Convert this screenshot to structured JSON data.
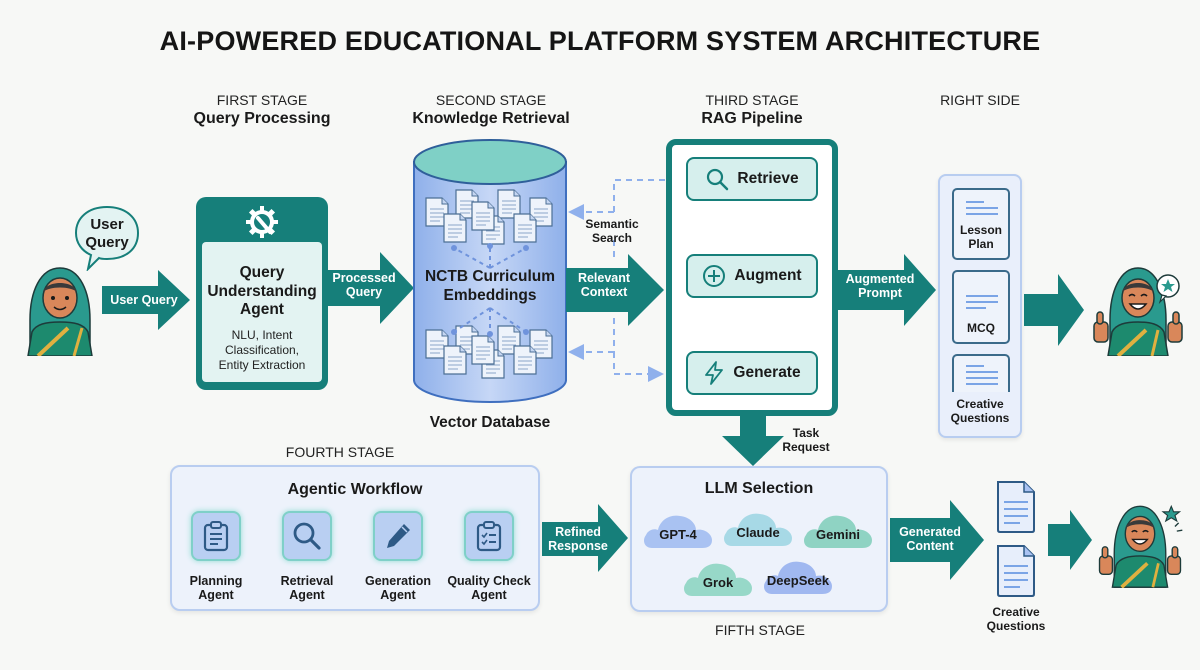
{
  "title": "AI-POWERED EDUCATIONAL PLATFORM SYSTEM ARCHITECTURE",
  "colors": {
    "teal": "#167f7a",
    "teal_light": "#d6efed",
    "blue_panel": "#edf2fb",
    "blue_border": "#b9cdf0",
    "dashed_blue": "#8fb0ec",
    "db_body": "#a9c4f0",
    "db_top": "#7fd0c6"
  },
  "stages": {
    "first": {
      "label": "FIRST STAGE",
      "name": "Query Processing"
    },
    "second": {
      "label": "SECOND STAGE",
      "name": "Knowledge Retrieval"
    },
    "third": {
      "label": "THIRD STAGE",
      "name": "RAG Pipeline"
    },
    "right": {
      "label": "RIGHT SIDE"
    },
    "fourth": {
      "label": "FOURTH STAGE"
    },
    "fifth": {
      "label": "FIFTH STAGE"
    }
  },
  "user": {
    "speech_bubble": [
      "User",
      "Query"
    ],
    "icon": "student-avatar-icon"
  },
  "arrows": {
    "user_query": "User Query",
    "processed_query": [
      "Processed",
      "Query"
    ],
    "relevant_context": [
      "Relevant",
      "Context"
    ],
    "semantic_search": [
      "Semantic",
      "Search"
    ],
    "augmented_prompt": [
      "Augmented",
      "Prompt"
    ],
    "task_request": [
      "Task",
      "Request"
    ],
    "refined_response": [
      "Refined",
      "Response"
    ],
    "generated_content": [
      "Generated",
      "Content"
    ]
  },
  "query_agent": {
    "icon": "gear-wrench-icon",
    "title": [
      "Query",
      "Understanding",
      "Agent"
    ],
    "description": [
      "NLU, Intent",
      "Classification,",
      "Entity Extraction"
    ]
  },
  "vector_db": {
    "center_label": [
      "NCTB Curriculum",
      "Embeddings"
    ],
    "caption": "Vector Database",
    "document_count": 16
  },
  "rag_pipeline": {
    "steps": [
      {
        "label": "Retrieve",
        "icon": "search-icon"
      },
      {
        "label": "Augment",
        "icon": "plus-circle-icon"
      },
      {
        "label": "Generate",
        "icon": "lightning-icon"
      }
    ]
  },
  "outputs": {
    "items": [
      {
        "label": [
          "Lesson",
          "Plan"
        ],
        "icon": "document-icon"
      },
      {
        "label": [
          "MCQ"
        ],
        "icon": "document-icon"
      },
      {
        "label": [
          "Creative",
          "Questions"
        ],
        "icon": "document-icon"
      }
    ]
  },
  "agentic_workflow": {
    "title": "Agentic Workflow",
    "agents": [
      {
        "label": [
          "Planning",
          "Agent"
        ],
        "icon": "clipboard-icon"
      },
      {
        "label": [
          "Retrieval",
          "Agent"
        ],
        "icon": "search-icon"
      },
      {
        "label": [
          "Generation",
          "Agent"
        ],
        "icon": "pencil-icon"
      },
      {
        "label": [
          "Quality Check",
          "Agent"
        ],
        "icon": "checklist-icon"
      }
    ]
  },
  "llm_selection": {
    "title": "LLM Selection",
    "models": [
      {
        "name": "GPT-4",
        "color": "#a9c2f2"
      },
      {
        "name": "Claude",
        "color": "#a7d9e6"
      },
      {
        "name": "Gemini",
        "color": "#8fd3c3"
      },
      {
        "name": "Grok",
        "color": "#97d8c8"
      },
      {
        "name": "DeepSeek",
        "color": "#a0b8f0"
      }
    ]
  },
  "final_output": {
    "caption": [
      "Creative",
      "Questions"
    ],
    "icon": "document-icon"
  }
}
